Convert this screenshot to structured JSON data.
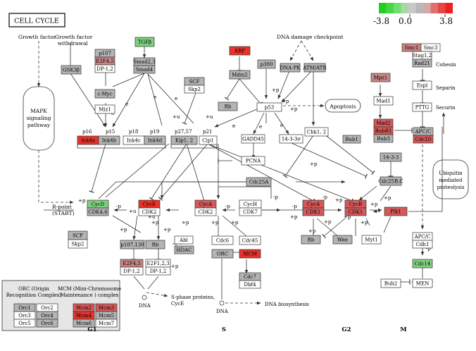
{
  "title": "CELL CYCLE",
  "legend": {
    "min_label": "-3.8",
    "mid_label": "0.0",
    "max_label": "3.8",
    "colors": [
      "#1fd01f",
      "#45d845",
      "#6ee06e",
      "#a8d8a8",
      "#c8c8c8",
      "#b8b8b8",
      "#d8a8a8",
      "#e07070",
      "#e84545",
      "#f01f1f"
    ]
  },
  "colors": {
    "gray": "#b4b4b4",
    "white": "#ffffff",
    "red_strong": "#e8322a",
    "red_medium": "#d4595a",
    "red_light": "#c98585",
    "green": "#7ed07e",
    "orc_bg": "#e6e6e6"
  },
  "phases": [
    "G1",
    "S",
    "G2",
    "M"
  ],
  "texts": {
    "growth_factor": "Growth factor",
    "gf_withdrawal_1": "Growth factor",
    "gf_withdrawal_2": "withdrawal",
    "dna_damage": "DNA damage checkpoint",
    "apoptosis": "Apoptosis",
    "mapk_1": "MAPK",
    "mapk_2": "signaling",
    "mapk_3": "pathway",
    "ubiq_1": "Ubiquitin",
    "ubiq_2": "mediated",
    "ubiq_3": "proteolysis",
    "rpoint_1": "R-point",
    "rpoint_2": "(START)",
    "sphase_1": "S-phase proteins,",
    "sphase_2": "CycE",
    "dna_left": "DNA",
    "dna_mid": "DNA",
    "dna_biosyn": "DNA biosynthesis",
    "cohesin": "Cohesin",
    "separin": "Separin",
    "securin": "Securin",
    "orc_title_1": "ORC (Origin",
    "orc_title_2": "Recognition Complex)",
    "mcm_title_1": "MCM (Mini-Chromosome",
    "mcm_title_2": "Maintenance ) complex",
    "lbl_p16": "p16",
    "lbl_p15": "p15",
    "lbl_p18": "p18",
    "lbl_p19": "p19",
    "lbl_p27": "p27,57",
    "lbl_p21": "p21",
    "lbl_e1": "e",
    "lbl_e2": "e",
    "lbl_e3": "e",
    "lbl_e4": "e",
    "lbl_e5": "e",
    "lbl_e6": "e",
    "lbl_e7": "e",
    "lbl_p_1": "+p",
    "lbl_p_2": "+p",
    "lbl_p_3": "+p",
    "lbl_p_4": "+p",
    "lbl_p_5": "+p",
    "lbl_p_6": "+p",
    "lbl_p_7": "+p",
    "lbl_p_8": "+p",
    "lbl_p_9": "+p",
    "lbl_p_10": "+p",
    "lbl_p_11": "+p",
    "lbl_p_12": "+p",
    "lbl_p_13": "+p",
    "lbl_p_14": "+p",
    "lbl_p_15": "+p",
    "lbl_p_16": "+p",
    "lbl_p_17": "+p",
    "lbl_p_18": "+p",
    "lbl_p_19": "+p",
    "lbl_p_20": "+p",
    "lbl_mp_1": "-p",
    "lbl_mp_2": "-p",
    "lbl_mp_3": "-p",
    "lbl_mp_4": "-p",
    "lbl_mp_5": "-p",
    "lbl_mp_6": "-p",
    "lbl_u_1": "+u",
    "lbl_u_2": "+u",
    "lbl_u_3": "+u",
    "lbl_u_4": "+u"
  },
  "boxes": [
    {
      "id": "tgfb",
      "label": "TGFβ",
      "color": "green"
    },
    {
      "id": "p107",
      "label": "p107",
      "color": "gray"
    },
    {
      "id": "e2f45_top",
      "label": "E2F4,5",
      "color": "red_light"
    },
    {
      "id": "dp12_top",
      "label": "DP-1,2",
      "color": "white"
    },
    {
      "id": "smad23",
      "label": "Smad2,3",
      "color": "gray"
    },
    {
      "id": "smad4",
      "label": "Smad4",
      "color": "gray"
    },
    {
      "id": "gsk3b",
      "label": "GSK3β",
      "color": "gray"
    },
    {
      "id": "cmyc",
      "label": "c-Myc",
      "color": "gray"
    },
    {
      "id": "miz1",
      "label": "Miz1",
      "color": "white"
    },
    {
      "id": "ink4a",
      "label": "Ink4a",
      "color": "red_strong"
    },
    {
      "id": "ink4b",
      "label": "Ink4b",
      "color": "gray"
    },
    {
      "id": "ink4c",
      "label": "Ink4c",
      "color": "white"
    },
    {
      "id": "ink4d",
      "label": "Ink4d",
      "color": "gray"
    },
    {
      "id": "scf_top",
      "label": "SCF",
      "color": "gray"
    },
    {
      "id": "skp2_top",
      "label": "Skp2",
      "color": "white"
    },
    {
      "id": "kip12",
      "label": "Kip1, 2",
      "color": "gray"
    },
    {
      "id": "cip1",
      "label": "Cip1",
      "color": "white"
    },
    {
      "id": "arf",
      "label": "ARF",
      "color": "red_strong"
    },
    {
      "id": "mdm2",
      "label": "Mdm2",
      "color": "gray"
    },
    {
      "id": "rb_top",
      "label": "Rb",
      "color": "gray"
    },
    {
      "id": "p300",
      "label": "p300",
      "color": "gray"
    },
    {
      "id": "dnapk",
      "label": "DNA-PK",
      "color": "gray"
    },
    {
      "id": "atmatr",
      "label": "ATM/ATR",
      "color": "gray"
    },
    {
      "id": "p53",
      "label": "p53",
      "color": "white"
    },
    {
      "id": "gadd45",
      "label": "GADD45",
      "color": "white"
    },
    {
      "id": "s1433s",
      "label": "14-3-3σ",
      "color": "white"
    },
    {
      "id": "chk12",
      "label": "Chk1, 2",
      "color": "white"
    },
    {
      "id": "pcna",
      "label": "PCNA",
      "color": "white"
    },
    {
      "id": "cdc25a",
      "label": "Cdc25A",
      "color": "gray"
    },
    {
      "id": "bub1",
      "label": "Bub1",
      "color": "gray"
    },
    {
      "id": "bubr1",
      "label": "BubR1",
      "color": "red_medium"
    },
    {
      "id": "bub3",
      "label": "Bub3",
      "color": "gray"
    },
    {
      "id": "mad2",
      "label": "Mad2",
      "color": "red_medium"
    },
    {
      "id": "mad1",
      "label": "Mad1",
      "color": "white"
    },
    {
      "id": "mps1",
      "label": "Mps1",
      "color": "red_light"
    },
    {
      "id": "smc1",
      "label": "Smc1",
      "color": "red_light"
    },
    {
      "id": "smc3",
      "label": "Smc3",
      "color": "white"
    },
    {
      "id": "stag12",
      "label": "Stag1,2",
      "color": "white"
    },
    {
      "id": "rad21",
      "label": "Rad21",
      "color": "gray"
    },
    {
      "id": "espl",
      "label": "Espl",
      "color": "white"
    },
    {
      "id": "pttg",
      "label": "PTTG",
      "color": "white"
    },
    {
      "id": "apcc_top",
      "label": "APC/C",
      "color": "gray"
    },
    {
      "id": "cdc20",
      "label": "Cdc20",
      "color": "red_medium"
    },
    {
      "id": "s1433",
      "label": "14-3-3",
      "color": "gray"
    },
    {
      "id": "cdc25bc",
      "label": "Cdc25B,C",
      "color": "gray"
    },
    {
      "id": "cycd",
      "label": "CycD",
      "color": "green"
    },
    {
      "id": "cdk46",
      "label": "CDK4,6",
      "color": "gray"
    },
    {
      "id": "cyce1",
      "label": "CycE",
      "color": "red_strong"
    },
    {
      "id": "cdk2a",
      "label": "CDK2",
      "color": "white"
    },
    {
      "id": "cyca1",
      "label": "CycA",
      "color": "red_medium"
    },
    {
      "id": "cdk2b",
      "label": "CDK2",
      "color": "white"
    },
    {
      "id": "cych",
      "label": "CycH",
      "color": "white"
    },
    {
      "id": "cdk7",
      "label": "CDK7",
      "color": "white"
    },
    {
      "id": "cyca2",
      "label": "CycA",
      "color": "red_medium"
    },
    {
      "id": "cdk1a",
      "label": "CDK1",
      "color": "red_medium"
    },
    {
      "id": "cycb",
      "label": "CycB",
      "color": "red_medium"
    },
    {
      "id": "cdk1b",
      "label": "CDK1",
      "color": "red_medium"
    },
    {
      "id": "plk1",
      "label": "Plk1",
      "color": "red_medium"
    },
    {
      "id": "rb_g2",
      "label": "Rb",
      "color": "gray"
    },
    {
      "id": "wee",
      "label": "Wee",
      "color": "gray"
    },
    {
      "id": "myt1",
      "label": "Myt1",
      "color": "white"
    },
    {
      "id": "scf_bot",
      "label": "SCF",
      "color": "gray"
    },
    {
      "id": "skp2_bot",
      "label": "Skp2",
      "color": "white"
    },
    {
      "id": "p107130",
      "label": "p107,130",
      "color": "gray"
    },
    {
      "id": "rb_mid",
      "label": "Rb",
      "color": "gray"
    },
    {
      "id": "abl",
      "label": "Abl",
      "color": "white"
    },
    {
      "id": "hdac",
      "label": "HDAC",
      "color": "gray"
    },
    {
      "id": "e2f45_bot",
      "label": "E2F4,5",
      "color": "red_light"
    },
    {
      "id": "dp12_b1",
      "label": "DP-1,2",
      "color": "white"
    },
    {
      "id": "e2f123",
      "label": "E2F1,2,3",
      "color": "white"
    },
    {
      "id": "dp12_b2",
      "label": "DP-1,2",
      "color": "white"
    },
    {
      "id": "cdc6",
      "label": "Cdc6",
      "color": "white"
    },
    {
      "id": "cdc45",
      "label": "Cdc45",
      "color": "white"
    },
    {
      "id": "orc",
      "label": "ORC",
      "color": "gray"
    },
    {
      "id": "mcm",
      "label": "MCM",
      "color": "red_strong"
    },
    {
      "id": "cdc7",
      "label": "Cdc7",
      "color": "gray"
    },
    {
      "id": "dbf4",
      "label": "Dbf4",
      "color": "white"
    },
    {
      "id": "apcc_bot",
      "label": "APC/C",
      "color": "white"
    },
    {
      "id": "cdh1",
      "label": "Cdh1",
      "color": "white"
    },
    {
      "id": "cdc14",
      "label": "Cdc14",
      "color": "green"
    },
    {
      "id": "bub2",
      "label": "Bub2",
      "color": "white"
    },
    {
      "id": "men",
      "label": "MEN",
      "color": "white"
    },
    {
      "id": "orc1",
      "label": "Orc1",
      "color": "gray"
    },
    {
      "id": "orc2",
      "label": "Orc2",
      "color": "white"
    },
    {
      "id": "orc3",
      "label": "Orc3",
      "color": "white"
    },
    {
      "id": "orc4",
      "label": "Orc4",
      "color": "gray"
    },
    {
      "id": "orc5",
      "label": "Orc5",
      "color": "white"
    },
    {
      "id": "orc6",
      "label": "Orc6",
      "color": "gray"
    },
    {
      "id": "mcm2",
      "label": "Mcm2",
      "color": "red_medium"
    },
    {
      "id": "mcm3",
      "label": "Mcm3",
      "color": "red_medium"
    },
    {
      "id": "mcm4",
      "label": "Mcm4",
      "color": "red_strong"
    },
    {
      "id": "mcm5",
      "label": "Mcm5",
      "color": "gray"
    },
    {
      "id": "mcm6",
      "label": "Mcm6",
      "color": "gray"
    },
    {
      "id": "mcm7",
      "label": "Mcm7",
      "color": "white"
    }
  ]
}
